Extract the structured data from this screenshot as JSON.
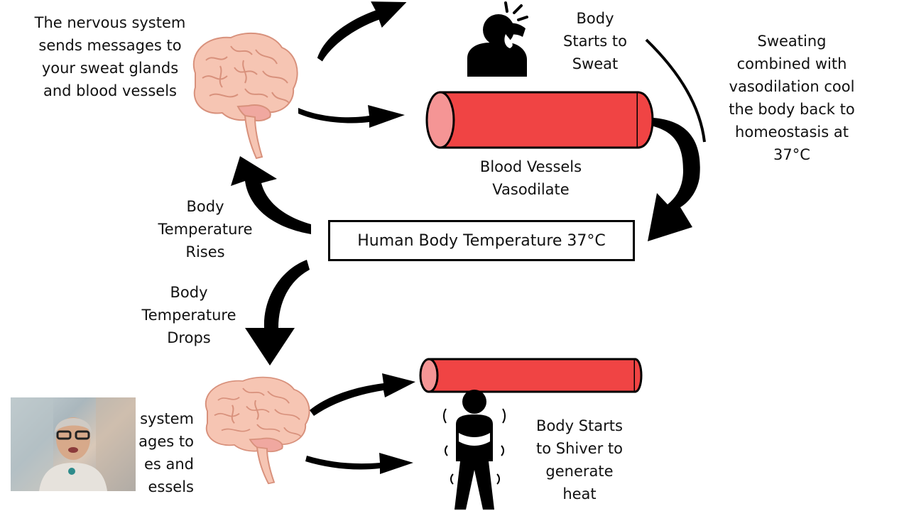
{
  "top_left_text": "The nervous system\nsends messages to\nyour sweat glands\nand blood vessels",
  "sweat_text": "Body\nStarts to\nSweat",
  "vasodilate_text": "Blood Vessels\nVasodilate",
  "right_text": "Sweating\ncombined with\nvasodilation cool\nthe body back to\nhomeostasis at\n37°C",
  "center_label": "Human Body Temperature 37°C",
  "rises_text": "Body\nTemperature\nRises",
  "drops_text": "Body\nTemperature\nDrops",
  "bottom_left_text": "system\nages to\nes and\nessels",
  "shiver_text": "Body Starts\nto Shiver to\ngenerate\nheat",
  "colors": {
    "vessel_red": "#f04444",
    "vessel_end": "#f59595",
    "brain_pink": "#f6c5b3",
    "brain_line": "#d8917c",
    "arrow": "#000000"
  },
  "icons": [
    "brain-icon",
    "sweating-person-icon",
    "blood-vessel-icon",
    "shivering-person-icon",
    "presenter-webcam"
  ]
}
